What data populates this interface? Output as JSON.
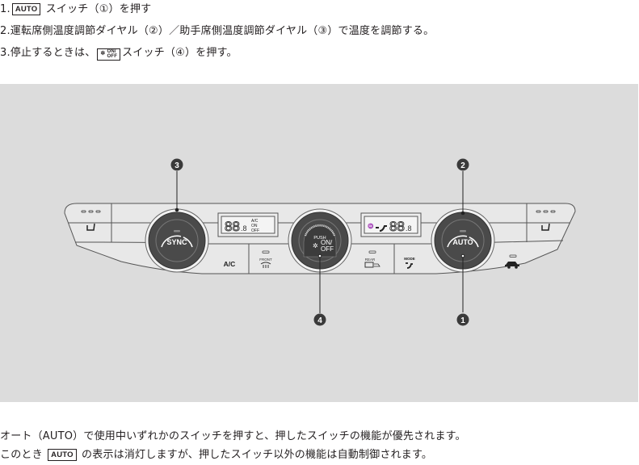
{
  "instructions": {
    "step1": {
      "prefix": "1.",
      "badge": "AUTO",
      "text": "スイッチ（①）を押す"
    },
    "step2": {
      "text": "2.運転席側温度調節ダイヤル（②）／助手席側温度調節ダイヤル（③）で温度を調節する。"
    },
    "step3": {
      "prefix": "3.停止するときは、",
      "badge_top": "ON/",
      "badge_bottom": "OFF",
      "text": "スイッチ（④）を押す。"
    }
  },
  "diagram": {
    "callouts": [
      "1",
      "2",
      "3",
      "4"
    ],
    "left_dial_label": "SYNC",
    "right_dial_label": "AUTO",
    "center_dial": {
      "push": "PUSH",
      "on": "ON/",
      "off": "OFF"
    },
    "left_display": {
      "digits": "88",
      "decimal": ".8",
      "ac": "A/C",
      "on": "ON",
      "off": "OFF"
    },
    "right_display": {
      "digits": "88",
      "decimal": ".8"
    },
    "ac_button": "A/C",
    "front_defrost_label": "FRONT",
    "rear_defrost_label": "REAR",
    "mode_label": "MODE",
    "icons": [
      "seat-heater-icon",
      "front-defrost-icon",
      "rear-defrost-icon",
      "mode-airflow-icon",
      "recirculation-car-icon",
      "fan-icon"
    ],
    "colors": {
      "panel_bg": "#dcdcdc",
      "dial_dark": "#4a4a4a",
      "callout": "#3a3a3a",
      "line": "#555555"
    }
  },
  "notes": {
    "line1": "オート（AUTO）で使用中いずれかのスイッチを押すと、押したスイッチの機能が優先されます。",
    "line2_prefix": "このとき",
    "line2_badge": "AUTO",
    "line2_text": "の表示は消灯しますが、押したスイッチ以外の機能は自動制御されます。"
  }
}
